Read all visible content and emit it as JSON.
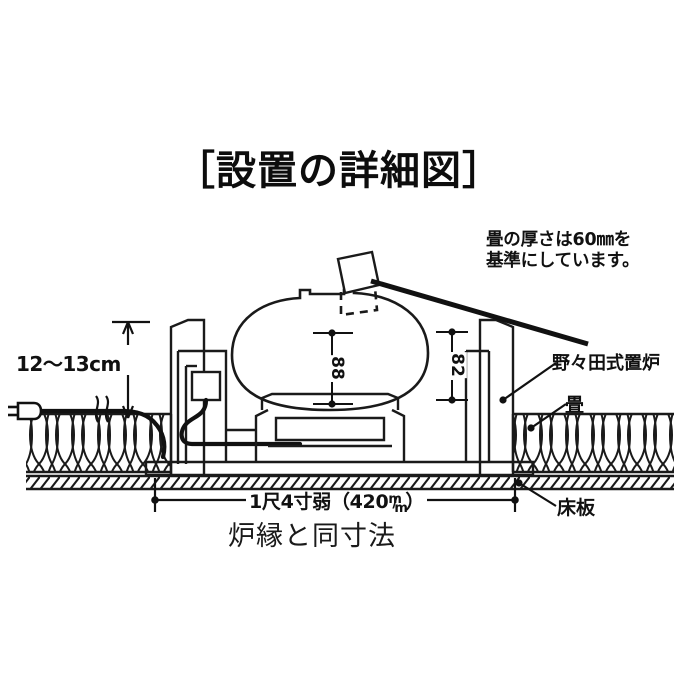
{
  "document": {
    "title": "［設置の詳細図］",
    "note": "畳の厚さは60㎜を\n基準にしています。",
    "caption": "炉縁と同寸法"
  },
  "labels": {
    "hearth": "野々田式置炉",
    "tatami": "畳",
    "floorboard": "床板"
  },
  "dimensions": {
    "height_left": "12〜13cm",
    "width_bottom_prefix": "1尺4寸弱（420",
    "width_bottom_suffix": "）",
    "width_unit_top": "m",
    "width_unit_bottom": "m",
    "vertical_inner": "88",
    "vertical_outer": "82"
  },
  "colors": {
    "ink": "#111111",
    "paper": "#ffffff",
    "line": "#1a1a1a"
  }
}
